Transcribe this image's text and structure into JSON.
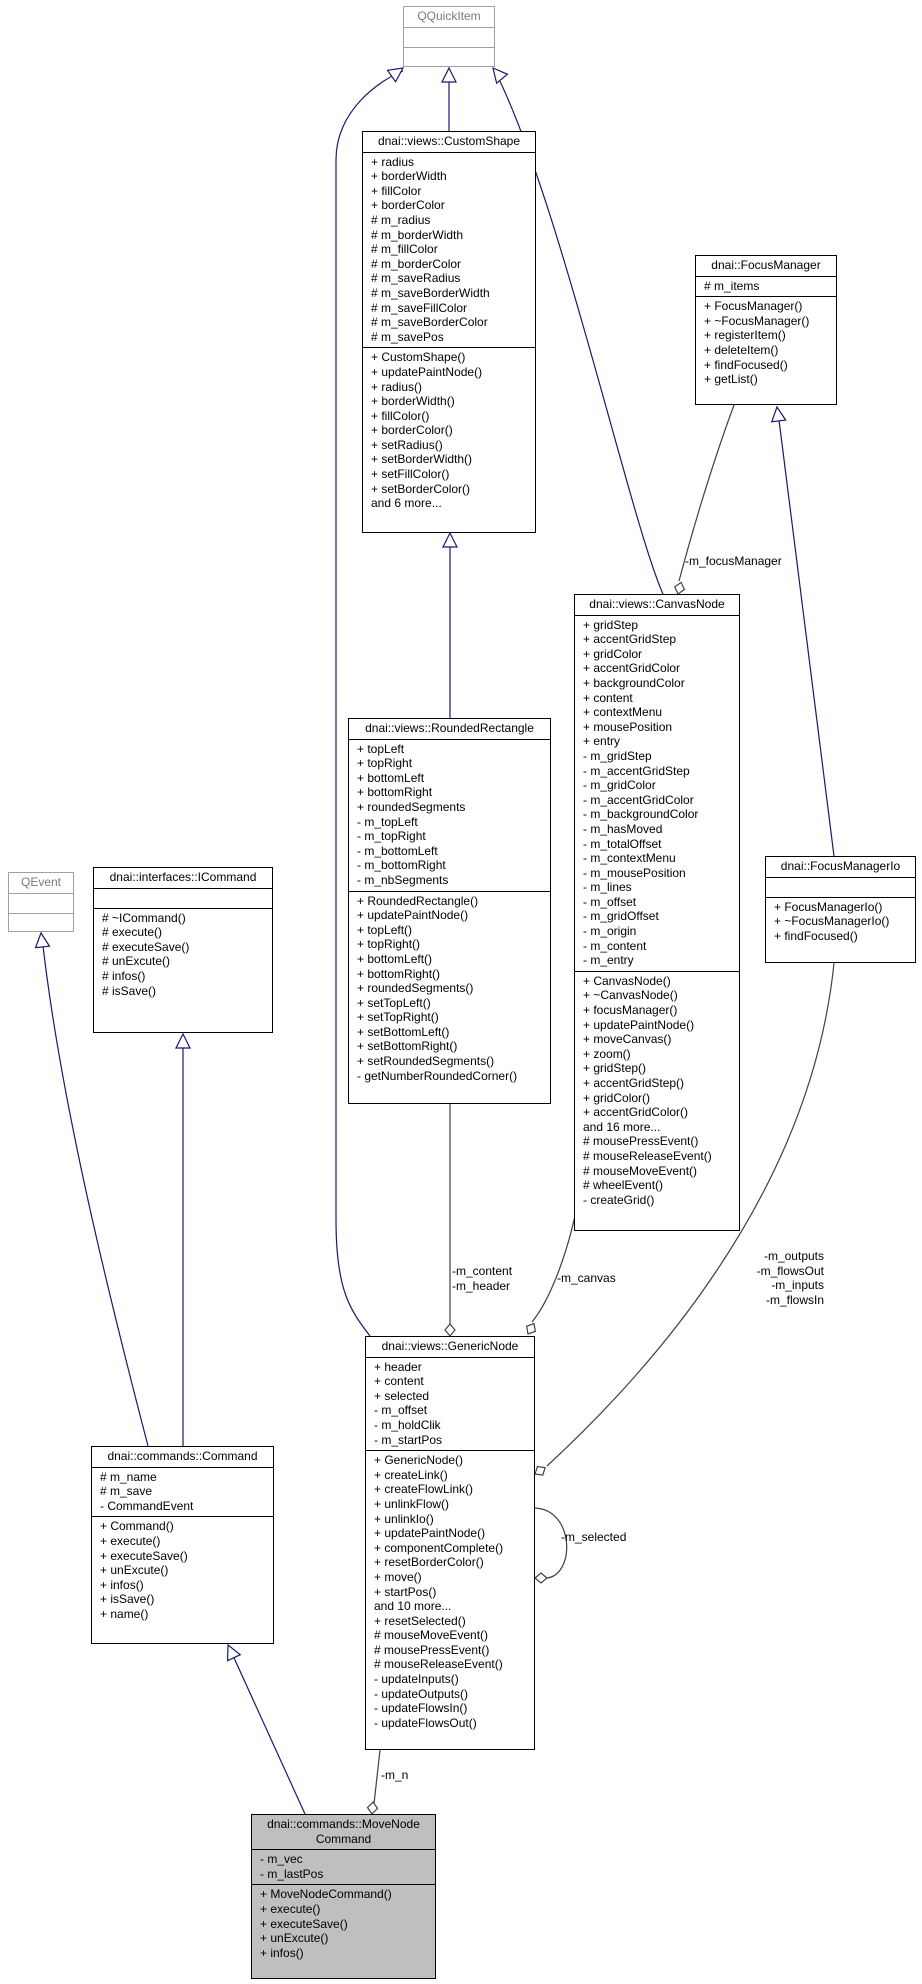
{
  "classes": {
    "qquickitem": {
      "title": [
        "QQuickItem"
      ],
      "sections": [
        [],
        []
      ]
    },
    "custom_shape": {
      "title": [
        "dnai::views::CustomShape"
      ],
      "sections": [
        [
          "+ radius",
          "+ borderWidth",
          "+ fillColor",
          "+ borderColor",
          "# m_radius",
          "# m_borderWidth",
          "# m_fillColor",
          "# m_borderColor",
          "# m_saveRadius",
          "# m_saveBorderWidth",
          "# m_saveFillColor",
          "# m_saveBorderColor",
          "# m_savePos"
        ],
        [
          "+ CustomShape()",
          "+ updatePaintNode()",
          "+ radius()",
          "+ borderWidth()",
          "+ fillColor()",
          "+ borderColor()",
          "+ setRadius()",
          "+ setBorderWidth()",
          "+ setFillColor()",
          "+ setBorderColor()",
          "and 6 more..."
        ]
      ]
    },
    "focus_manager": {
      "title": [
        "dnai::FocusManager"
      ],
      "sections": [
        [
          "# m_items"
        ],
        [
          "+ FocusManager()",
          "+ ~FocusManager()",
          "+ registerItem()",
          "+ deleteItem()",
          "+ findFocused()",
          "+ getList()"
        ]
      ]
    },
    "canvas_node": {
      "title": [
        "dnai::views::CanvasNode"
      ],
      "sections": [
        [
          "+ gridStep",
          "+ accentGridStep",
          "+ gridColor",
          "+ accentGridColor",
          "+ backgroundColor",
          "+ content",
          "+ contextMenu",
          "+ mousePosition",
          "+ entry",
          "- m_gridStep",
          "- m_accentGridStep",
          "- m_gridColor",
          "- m_accentGridColor",
          "- m_backgroundColor",
          "- m_hasMoved",
          "- m_totalOffset",
          "- m_contextMenu",
          "- m_mousePosition",
          "- m_lines",
          "- m_offset",
          "- m_gridOffset",
          "- m_origin",
          "- m_content",
          "- m_entry"
        ],
        [
          "+ CanvasNode()",
          "+ ~CanvasNode()",
          "+ focusManager()",
          "+ updatePaintNode()",
          "+ moveCanvas()",
          "+ zoom()",
          "+ gridStep()",
          "+ accentGridStep()",
          "+ gridColor()",
          "+ accentGridColor()",
          "and 16 more...",
          "# mousePressEvent()",
          "# mouseReleaseEvent()",
          "# mouseMoveEvent()",
          "# wheelEvent()",
          "- createGrid()"
        ]
      ]
    },
    "rounded_rectangle": {
      "title": [
        "dnai::views::RoundedRectangle"
      ],
      "sections": [
        [
          "+ topLeft",
          "+ topRight",
          "+ bottomLeft",
          "+ bottomRight",
          "+ roundedSegments",
          "- m_topLeft",
          "- m_topRight",
          "- m_bottomLeft",
          "- m_bottomRight",
          "- m_nbSegments"
        ],
        [
          "+ RoundedRectangle()",
          "+ updatePaintNode()",
          "+ topLeft()",
          "+ topRight()",
          "+ bottomLeft()",
          "+ bottomRight()",
          "+ roundedSegments()",
          "+ setTopLeft()",
          "+ setTopRight()",
          "+ setBottomLeft()",
          "+ setBottomRight()",
          "+ setRoundedSegments()",
          "- getNumberRoundedCorner()"
        ]
      ]
    },
    "qevent": {
      "title": [
        "QEvent"
      ],
      "sections": [
        [],
        []
      ]
    },
    "icommand": {
      "title": [
        "dnai::interfaces::ICommand"
      ],
      "sections": [
        [],
        [
          "# ~ICommand()",
          "# execute()",
          "# executeSave()",
          "# unExcute()",
          "# infos()",
          "# isSave()"
        ]
      ]
    },
    "focus_manager_io": {
      "title": [
        "dnai::FocusManagerIo"
      ],
      "sections": [
        [],
        [
          "+ FocusManagerIo()",
          "+ ~FocusManagerIo()",
          "+ findFocused()"
        ]
      ]
    },
    "generic_node": {
      "title": [
        "dnai::views::GenericNode"
      ],
      "sections": [
        [
          "+ header",
          "+ content",
          "+ selected",
          "- m_offset",
          "- m_holdClik",
          "- m_startPos"
        ],
        [
          "+ GenericNode()",
          "+ createLink()",
          "+ createFlowLink()",
          "+ unlinkFlow()",
          "+ unlinkIo()",
          "+ updatePaintNode()",
          "+ componentComplete()",
          "+ resetBorderColor()",
          "+ move()",
          "+ startPos()",
          "and 10 more...",
          "+ resetSelected()",
          "# mouseMoveEvent()",
          "# mousePressEvent()",
          "# mouseReleaseEvent()",
          "- updateInputs()",
          "- updateOutputs()",
          "- updateFlowsIn()",
          "- updateFlowsOut()"
        ]
      ]
    },
    "command": {
      "title": [
        "dnai::commands::Command"
      ],
      "sections": [
        [
          "# m_name",
          "# m_save",
          "- CommandEvent"
        ],
        [
          "+ Command()",
          "+ execute()",
          "+ executeSave()",
          "+ unExcute()",
          "+ infos()",
          "+ isSave()",
          "+ name()"
        ]
      ]
    },
    "move_node_command": {
      "title": [
        "dnai::commands::MoveNode",
        "Command"
      ],
      "sections": [
        [
          "- m_vec",
          "- m_lastPos"
        ],
        [
          "+ MoveNodeCommand()",
          "+ execute()",
          "+ executeSave()",
          "+ unExcute()",
          "+ infos()"
        ]
      ]
    }
  },
  "labels": {
    "m_focusManager": "-m_focusManager",
    "content_header": [
      "-m_content",
      "-m_header"
    ],
    "m_canvas": "-m_canvas",
    "io_links": [
      "-m_outputs",
      "-m_flowsOut",
      "-m_inputs",
      "-m_flowsIn"
    ],
    "m_selected": "-m_selected",
    "m_n": "-m_n"
  },
  "colors": {
    "inheritance": "#191970",
    "association": "#404040",
    "highlight": "#bfbfbf"
  }
}
